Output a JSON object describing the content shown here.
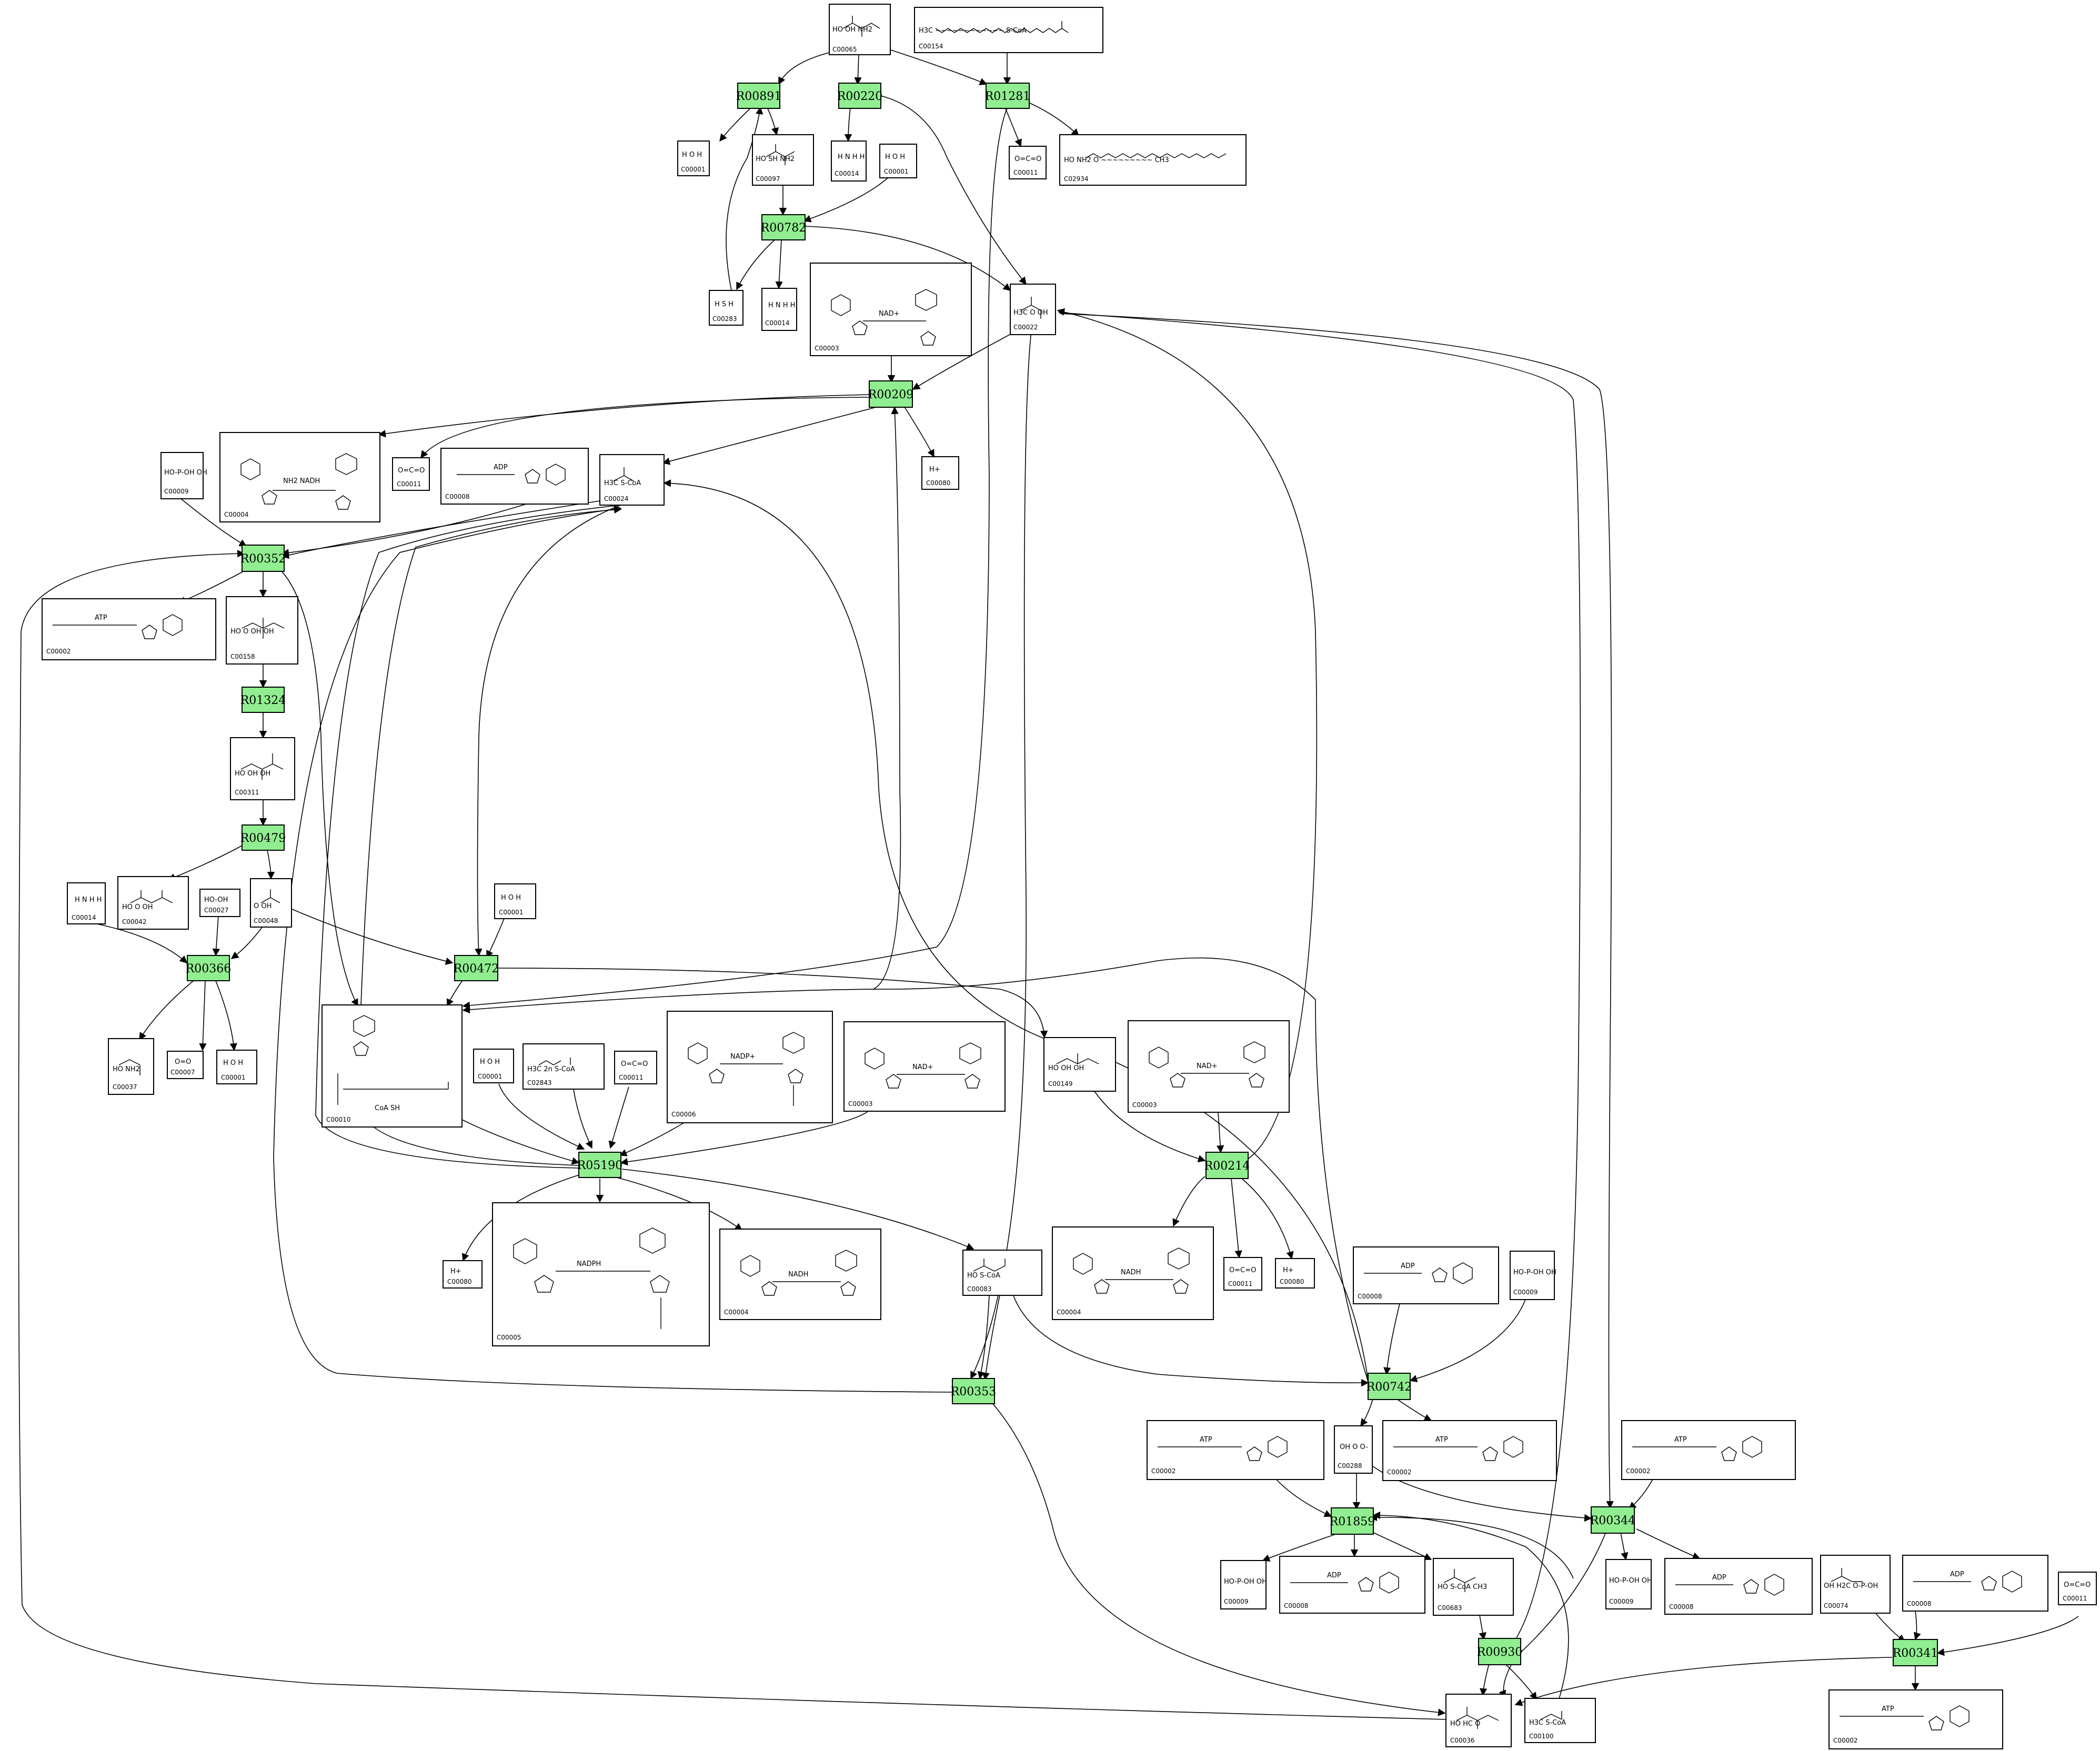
{
  "reactions": [
    {
      "id": "R00891",
      "label": "R00891"
    },
    {
      "id": "R00220",
      "label": "R00220"
    },
    {
      "id": "R01281",
      "label": "R01281"
    },
    {
      "id": "R00782",
      "label": "R00782"
    },
    {
      "id": "R00209",
      "label": "R00209"
    },
    {
      "id": "R00352",
      "label": "R00352"
    },
    {
      "id": "R01324",
      "label": "R01324"
    },
    {
      "id": "R00479",
      "label": "R00479"
    },
    {
      "id": "R00366",
      "label": "R00366"
    },
    {
      "id": "R00472",
      "label": "R00472"
    },
    {
      "id": "R05190",
      "label": "R05190"
    },
    {
      "id": "R00214",
      "label": "R00214"
    },
    {
      "id": "R00353",
      "label": "R00353"
    },
    {
      "id": "R00742",
      "label": "R00742"
    },
    {
      "id": "R01859",
      "label": "R01859"
    },
    {
      "id": "R00344",
      "label": "R00344"
    },
    {
      "id": "R00930",
      "label": "R00930"
    },
    {
      "id": "R00341",
      "label": "R00341"
    }
  ],
  "compounds": [
    {
      "id": "c00065",
      "label": "C00065",
      "text": "HO  OH  NH2"
    },
    {
      "id": "c00154",
      "label": "C00154",
      "text": "H3C ~~~~~~~~~~~~ S-CoA"
    },
    {
      "id": "c00001a",
      "label": "C00001",
      "text": "H  O  H"
    },
    {
      "id": "c00097",
      "label": "C00097",
      "text": "HO  SH  NH2"
    },
    {
      "id": "c00014a",
      "label": "C00014",
      "text": "H N H H"
    },
    {
      "id": "c00001b",
      "label": "C00001",
      "text": "H  O  H"
    },
    {
      "id": "c00011a",
      "label": "C00011",
      "text": "O=C=O"
    },
    {
      "id": "c02934",
      "label": "C02934",
      "text": "HO  NH2  O ~~~~~~~~~ CH3"
    },
    {
      "id": "c00283",
      "label": "C00283",
      "text": "H S H"
    },
    {
      "id": "c00014b",
      "label": "C00014",
      "text": "H N H H"
    },
    {
      "id": "c00003a",
      "label": "C00003",
      "text": "NAD+"
    },
    {
      "id": "c00022",
      "label": "C00022",
      "text": "H3C  O  OH"
    },
    {
      "id": "c00004a",
      "label": "C00004",
      "text": "NH2  NADH"
    },
    {
      "id": "c00011b",
      "label": "C00011",
      "text": "O=C=O"
    },
    {
      "id": "c00009a",
      "label": "C00009",
      "text": "HO-P-OH OH"
    },
    {
      "id": "c00008a",
      "label": "C00008",
      "text": "ADP"
    },
    {
      "id": "c00024",
      "label": "C00024",
      "text": "H3C  S-CoA"
    },
    {
      "id": "c00080a",
      "label": "C00080",
      "text": "H+"
    },
    {
      "id": "c00002a",
      "label": "C00002",
      "text": "ATP"
    },
    {
      "id": "c00158",
      "label": "C00158",
      "text": "HO  O  OH  OH"
    },
    {
      "id": "c00311",
      "label": "C00311",
      "text": "HO  OH  OH"
    },
    {
      "id": "c00014c",
      "label": "C00014",
      "text": "H N H H"
    },
    {
      "id": "c00042",
      "label": "C00042",
      "text": "HO  O  OH"
    },
    {
      "id": "c00027",
      "label": "C00027",
      "text": "HO-OH"
    },
    {
      "id": "c00048",
      "label": "C00048",
      "text": "O  OH"
    },
    {
      "id": "c00001c",
      "label": "C00001",
      "text": "H  O  H"
    },
    {
      "id": "c00037",
      "label": "C00037",
      "text": "HO  NH2"
    },
    {
      "id": "c00007",
      "label": "C00007",
      "text": "O=O"
    },
    {
      "id": "c00001d",
      "label": "C00001",
      "text": "H  O  H"
    },
    {
      "id": "c00010",
      "label": "C00010",
      "text": "CoA  SH"
    },
    {
      "id": "c00001e",
      "label": "C00001",
      "text": "H  O  H"
    },
    {
      "id": "c02843",
      "label": "C02843",
      "text": "H3C  2n  S-CoA"
    },
    {
      "id": "c00011c",
      "label": "C00011",
      "text": "O=C=O"
    },
    {
      "id": "c00006a",
      "label": "C00006",
      "text": "NADP+"
    },
    {
      "id": "c00003b",
      "label": "C00003",
      "text": "NAD+"
    },
    {
      "id": "c00149",
      "label": "C00149",
      "text": "HO  OH  OH"
    },
    {
      "id": "c00003c",
      "label": "C00003",
      "text": "NAD+"
    },
    {
      "id": "c00080b",
      "label": "C00080",
      "text": "H+"
    },
    {
      "id": "c00005",
      "label": "C00005",
      "text": "NADPH"
    },
    {
      "id": "c00004b",
      "label": "C00004",
      "text": "NADH"
    },
    {
      "id": "c00083",
      "label": "C00083",
      "text": "HO  S-CoA"
    },
    {
      "id": "c00004c",
      "label": "C00004",
      "text": "NADH"
    },
    {
      "id": "c00011d",
      "label": "C00011",
      "text": "O=C=O"
    },
    {
      "id": "c00080c",
      "label": "C00080",
      "text": "H+"
    },
    {
      "id": "c00008b",
      "label": "C00008",
      "text": "ADP"
    },
    {
      "id": "c00009b",
      "label": "C00009",
      "text": "HO-P-OH OH"
    },
    {
      "id": "c00002b",
      "label": "C00002",
      "text": "ATP"
    },
    {
      "id": "c00288",
      "label": "C00288",
      "text": "OH  O  O-"
    },
    {
      "id": "c00002c",
      "label": "C00002",
      "text": "ATP"
    },
    {
      "id": "c00002d",
      "label": "C00002",
      "text": "ATP"
    },
    {
      "id": "c00009c",
      "label": "C00009",
      "text": "HO-P-OH OH"
    },
    {
      "id": "c00008c",
      "label": "C00008",
      "text": "ADP"
    },
    {
      "id": "c00683",
      "label": "C00683",
      "text": "HO  S-CoA  CH3"
    },
    {
      "id": "c00009d",
      "label": "C00009",
      "text": "HO-P-OH OH"
    },
    {
      "id": "c00008d",
      "label": "C00008",
      "text": "ADP"
    },
    {
      "id": "c00074",
      "label": "C00074",
      "text": "OH  H2C  O-P-OH"
    },
    {
      "id": "c00008e",
      "label": "C00008",
      "text": "ADP"
    },
    {
      "id": "c00011e",
      "label": "C00011",
      "text": "O=C=O"
    },
    {
      "id": "c00036",
      "label": "C00036",
      "text": "HO  HC  O"
    },
    {
      "id": "c00100",
      "label": "C00100",
      "text": "H3C  S-CoA"
    },
    {
      "id": "c00002e",
      "label": "C00002",
      "text": "ATP"
    }
  ]
}
